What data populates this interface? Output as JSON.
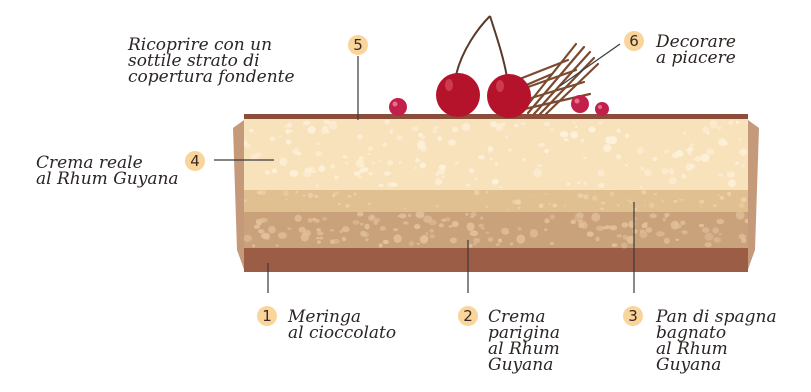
{
  "labels": [
    {
      "num": "1",
      "lines": [
        "Meringa",
        "al cioccolato"
      ]
    },
    {
      "num": "2",
      "lines": [
        "Crema",
        "parigina",
        "al Rhum",
        "Guyana"
      ]
    },
    {
      "num": "3",
      "lines": [
        "Pan di spagna",
        "bagnato",
        "al Rhum",
        "Guyana"
      ]
    },
    {
      "num": "4",
      "lines": [
        "Crema reale",
        "al Rhum Guyana"
      ]
    },
    {
      "num": "5",
      "lines": [
        "Ricoprire con un",
        "sottile strato di",
        "copertura fondente"
      ]
    },
    {
      "num": "6",
      "lines": [
        "Decorare",
        "a piacere"
      ]
    }
  ],
  "colors": {
    "badge": "#f9d59b",
    "text": "#2b2523",
    "leader": "#3a3a3a",
    "cream_top": "#f8e2bc",
    "pan_layer": "#e0bf90",
    "paris_cream": "#c9a27c",
    "meringue": "#9b5d45",
    "glaze": "#8a4e3a",
    "cherry": "#b5122b",
    "berry": "#c2204a",
    "chocolate_deco": "#7c4a2f"
  }
}
